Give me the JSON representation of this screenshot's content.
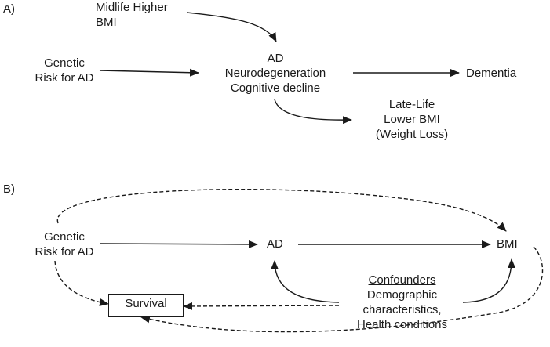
{
  "panel_a": {
    "label": "A)",
    "midlife": [
      "Midlife Higher",
      "BMI"
    ],
    "genetic": [
      "Genetic",
      "Risk for AD"
    ],
    "ad_header": "AD",
    "ad_lines": [
      "Neurodegeneration",
      "Cognitive decline"
    ],
    "dementia": "Dementia",
    "latelife": [
      "Late-Life",
      "Lower BMI",
      "(Weight Loss)"
    ]
  },
  "panel_b": {
    "label": "B)",
    "genetic": [
      "Genetic",
      "Risk for AD"
    ],
    "ad": "AD",
    "bmi": "BMI",
    "survival": "Survival",
    "confounders_header": "Confounders",
    "confounders_lines": [
      "Demographic",
      "characteristics,",
      "Health conditions"
    ]
  },
  "arrows": {
    "stroke_color": "#1a1a1a",
    "solid": [
      "genetic-to-ad-a",
      "midlife-to-ad-a",
      "ad-to-dementia-a",
      "ad-to-latelife-a",
      "genetic-to-ad-b",
      "ad-to-bmi-b",
      "confounders-to-ad-b",
      "confounders-to-bmi-b"
    ],
    "dashed": [
      "genetic-to-bmi-b",
      "genetic-to-survival-b",
      "confounders-to-survival-b",
      "bmi-to-survival-b"
    ]
  }
}
